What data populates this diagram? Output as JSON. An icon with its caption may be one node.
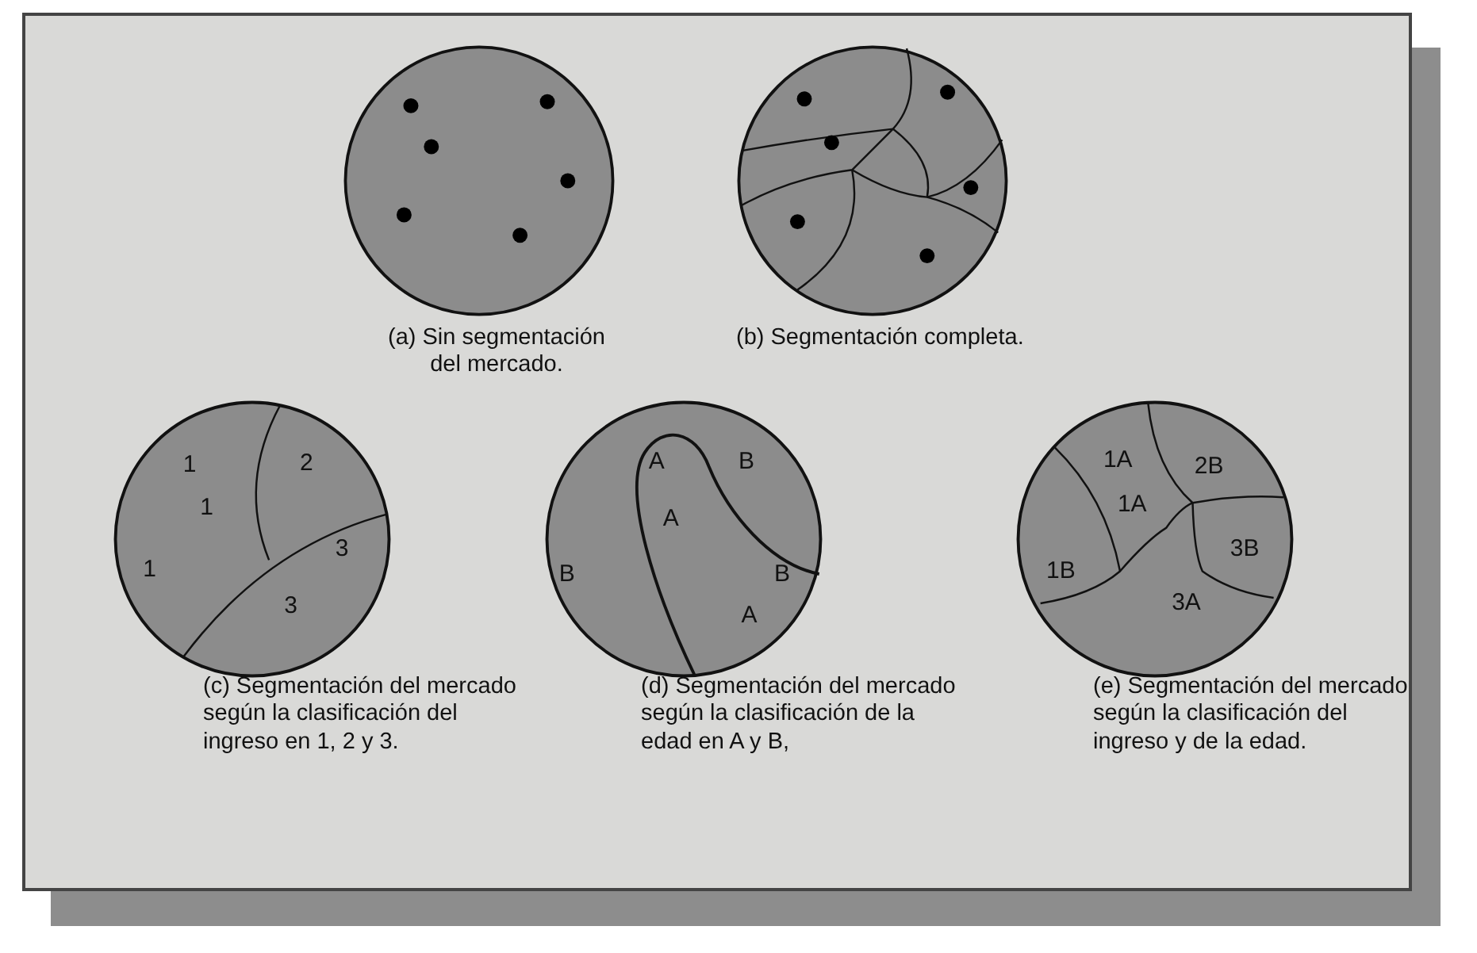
{
  "diagram": {
    "nodes": [
      {
        "text": [],
        "shape": "circle",
        "beside": [
          "(a) Sin segmentación del mercado."
        ]
      },
      {
        "text": [],
        "shape": "circle",
        "beside": [
          "(b) Segmentación completa."
        ]
      },
      {
        "text": [
          "1",
          "2",
          "1",
          "1",
          "3",
          "3"
        ],
        "beside": [
          "(c) Segmentación del mercado según la clasificación del ingreso en 1, 2 y 3."
        ]
      },
      {
        "text": [
          "A",
          "B",
          "A",
          "B",
          "B",
          "A"
        ],
        "beside": [
          "(d) Segmentación del mercado según la clasificación de la edad en A y B,"
        ]
      },
      {
        "text": [
          "1A",
          "2B",
          "1A",
          "1B",
          "3B",
          "3A"
        ],
        "beside": [
          "(e) Segmentación del mercado según la clasificación del ingreso y de la edad."
        ]
      }
    ],
    "edges": []
  }
}
